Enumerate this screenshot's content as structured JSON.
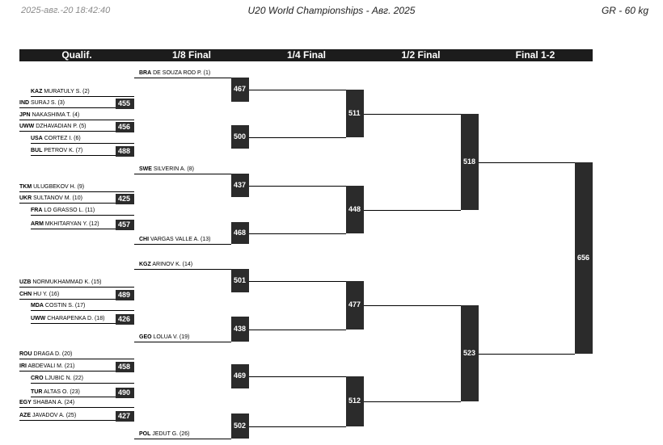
{
  "header": {
    "datetime": "2025-авг.-20 18:42:40",
    "title": "U20 World Championships - Авг. 2025",
    "category": "GR - 60 kg"
  },
  "rounds": [
    "Qualif.",
    "1/8 Final",
    "1/4 Final",
    "1/2 Final",
    "Final 1-2"
  ],
  "colors": {
    "header_bar": "#1c1c1c",
    "match_box": "#2b2b2b",
    "line": "#000000"
  },
  "wrestlers": [
    {
      "country": "BRA",
      "name": "DE SOUZA ROD P. (1)"
    },
    {
      "country": "KAZ",
      "name": "MURATULY S. (2)"
    },
    {
      "country": "IND",
      "name": "SURAJ S. (3)"
    },
    {
      "country": "JPN",
      "name": "NAKASHIMA T. (4)"
    },
    {
      "country": "UWW",
      "name": "DZHAVADIAN P. (5)"
    },
    {
      "country": "USA",
      "name": "CORTEZ I. (6)"
    },
    {
      "country": "BUL",
      "name": "PETROV K. (7)"
    },
    {
      "country": "SWE",
      "name": "SILVERIN A. (8)"
    },
    {
      "country": "TKM",
      "name": "ULUGBEKOV H. (9)"
    },
    {
      "country": "UKR",
      "name": "SULTANOV M. (10)"
    },
    {
      "country": "FRA",
      "name": "LO GRASSO L. (11)"
    },
    {
      "country": "ARM",
      "name": "MKHITARYAN Y. (12)"
    },
    {
      "country": "CHI",
      "name": "VARGAS VALLE A. (13)"
    },
    {
      "country": "KGZ",
      "name": "ARINOV K. (14)"
    },
    {
      "country": "UZB",
      "name": "NORMUKHAMMAD K. (15)"
    },
    {
      "country": "CHN",
      "name": "HU Y. (16)"
    },
    {
      "country": "MDA",
      "name": "COSTIN S. (17)"
    },
    {
      "country": "UWW",
      "name": "CHARAPENKA D. (18)"
    },
    {
      "country": "GEO",
      "name": "LOLUA V. (19)"
    },
    {
      "country": "ROU",
      "name": "DRAGA D. (20)"
    },
    {
      "country": "IRI",
      "name": "ABDEVALI M. (21)"
    },
    {
      "country": "CRO",
      "name": "LJUBIC N. (22)"
    },
    {
      "country": "TUR",
      "name": "ALTAS O. (23)"
    },
    {
      "country": "EGY",
      "name": "SHABAN A. (24)"
    },
    {
      "country": "AZE",
      "name": "JAVADOV A. (25)"
    },
    {
      "country": "POL",
      "name": "JEDUT G. (26)"
    }
  ],
  "matches": {
    "qualif": [
      "455",
      "456",
      "488",
      "425",
      "457",
      "489",
      "426",
      "458",
      "490",
      "427"
    ],
    "eighth": [
      "467",
      "500",
      "437",
      "468",
      "501",
      "438",
      "469",
      "502"
    ],
    "quarter": [
      "511",
      "448",
      "477",
      "512"
    ],
    "semi": [
      "518",
      "523"
    ],
    "final": [
      "656"
    ]
  }
}
